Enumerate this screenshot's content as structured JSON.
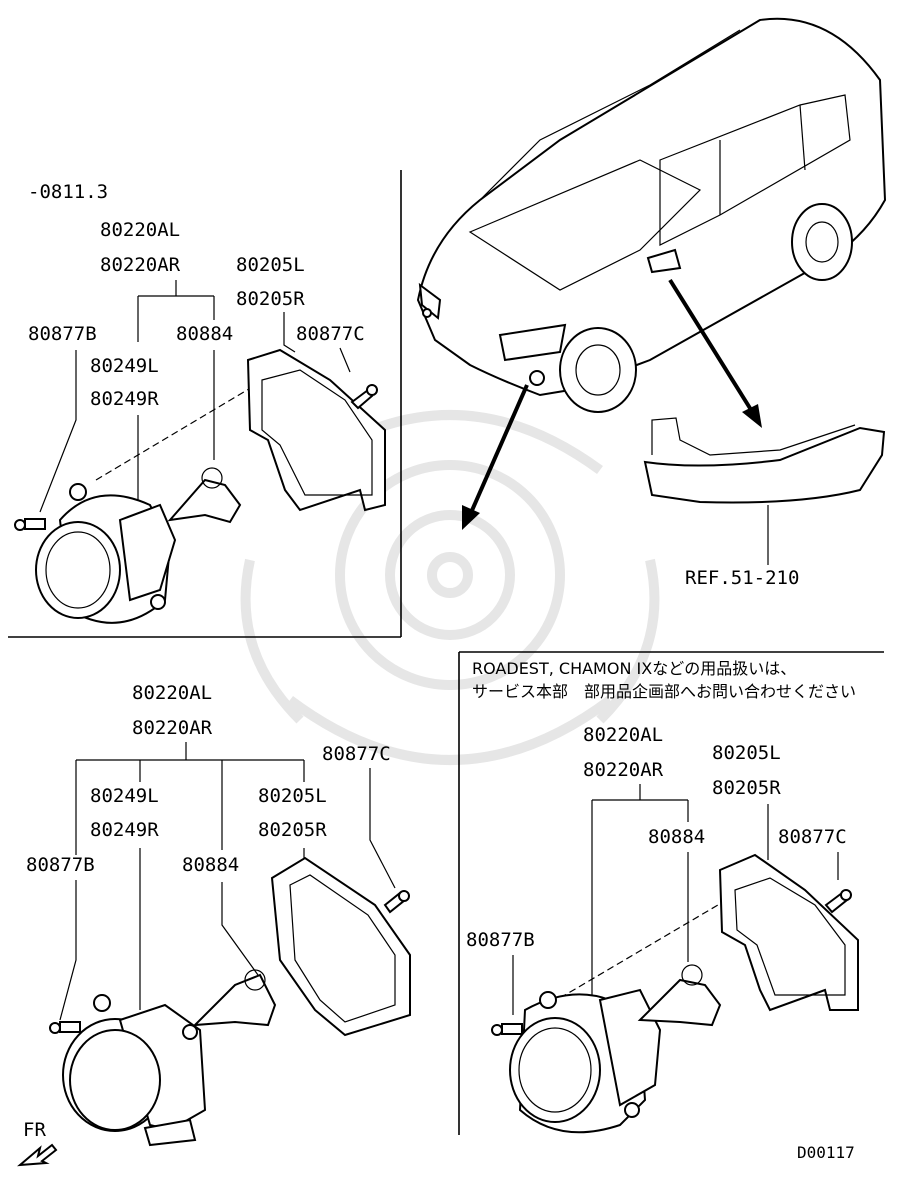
{
  "diagram": {
    "top_left": {
      "period": "-0811.3",
      "fog_lamp_l": "80220AL",
      "fog_lamp_r": "80220AR",
      "bracket_l": "80205L",
      "bracket_r": "80205R",
      "bolt": "80877B",
      "bulb": "80884",
      "screw": "80877C",
      "housing_l": "80249L",
      "housing_r": "80249R"
    },
    "top_right": {
      "reference": "REF.51-210"
    },
    "bottom_left": {
      "fog_lamp_l": "80220AL",
      "fog_lamp_r": "80220AR",
      "screw": "80877C",
      "housing_l": "80249L",
      "housing_r": "80249R",
      "bracket_l": "80205L",
      "bracket_r": "80205R",
      "bolt": "80877B",
      "bulb": "80884",
      "direction": "FR"
    },
    "bottom_right": {
      "note_line1": "ROADEST, CHAMON IXなどの用品扱いは、",
      "note_line2": "サービス本部　部用品企画部へお問い合わせください",
      "fog_lamp_l": "80220AL",
      "fog_lamp_r": "80220AR",
      "bracket_l": "80205L",
      "bracket_r": "80205R",
      "bulb": "80884",
      "screw": "80877C",
      "bolt": "80877B"
    },
    "figure_code": "D00117"
  }
}
